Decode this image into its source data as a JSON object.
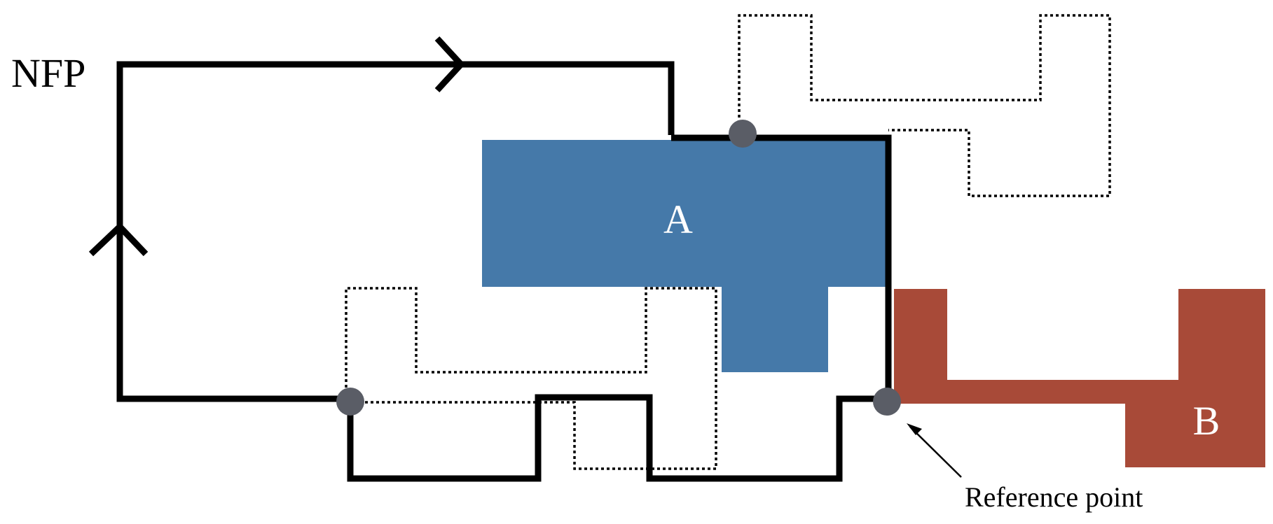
{
  "labels": {
    "nfp": "NFP",
    "polygon_a": "A",
    "polygon_b": "B",
    "reference_point": "Reference point"
  },
  "colors": {
    "polygon_a": "#4579a9",
    "polygon_b": "#a84a38",
    "contact_point": "#5a5d66",
    "stroke": "#000000"
  }
}
